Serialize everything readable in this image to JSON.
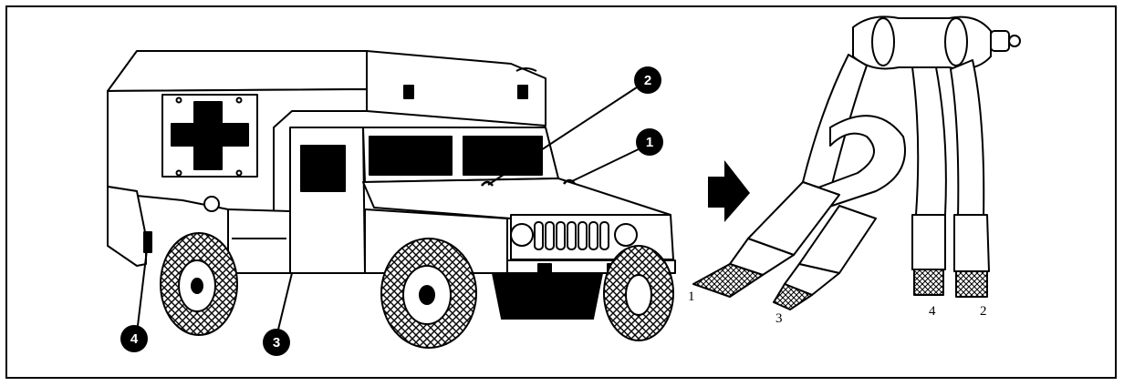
{
  "callouts": [
    {
      "id": "1",
      "label": "1"
    },
    {
      "id": "2",
      "label": "2"
    },
    {
      "id": "3",
      "label": "3"
    },
    {
      "id": "4",
      "label": "4"
    }
  ],
  "sling_labels": [
    {
      "id": "1",
      "label": "1"
    },
    {
      "id": "3",
      "label": "3"
    },
    {
      "id": "4",
      "label": "4"
    },
    {
      "id": "2",
      "label": "2"
    }
  ],
  "colors": {
    "ink": "#000000",
    "paper": "#ffffff"
  }
}
